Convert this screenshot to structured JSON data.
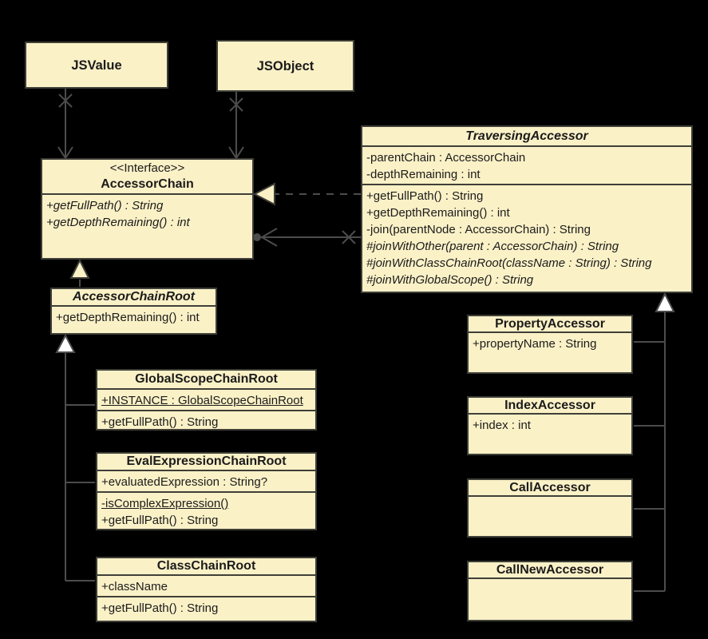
{
  "colors": {
    "bg": "#000000",
    "box_fill": "#FBF1C7",
    "box_border": "#3F3F38",
    "line": "#4C4C4C",
    "text": "#1B1B1B",
    "tri_solid": "#FFFFFF"
  },
  "classes": {
    "jsvalue": {
      "title": "JSValue"
    },
    "jsobject": {
      "title": "JSObject"
    },
    "accessorchain": {
      "stereotype": "<<Interface>>",
      "title": "AccessorChain",
      "methods": [
        "+getFullPath() : String",
        "+getDepthRemaining() : int"
      ]
    },
    "traversingaccessor": {
      "title": "TraversingAccessor",
      "attributes": [
        "-parentChain : AccessorChain",
        "-depthRemaining : int"
      ],
      "methods": [
        "+getFullPath() : String",
        "+getDepthRemaining() : int",
        "-join(parentNode : AccessorChain) : String",
        "#joinWithOther(parent : AccessorChain) : String",
        "#joinWithClassChainRoot(className : String) : String",
        "#joinWithGlobalScope() : String"
      ]
    },
    "accessorchainroot": {
      "title": "AccessorChainRoot",
      "methods": [
        "+getDepthRemaining() : int"
      ]
    },
    "globalscopechainroot": {
      "title": "GlobalScopeChainRoot",
      "attributes": [
        "+INSTANCE : GlobalScopeChainRoot"
      ],
      "methods": [
        "+getFullPath() : String"
      ]
    },
    "evalexpressionchainroot": {
      "title": "EvalExpressionChainRoot",
      "attributes": [
        "+evaluatedExpression : String?"
      ],
      "methods": [
        "-isComplexExpression()",
        "+getFullPath() : String"
      ]
    },
    "classchainroot": {
      "title": "ClassChainRoot",
      "attributes": [
        "+className"
      ],
      "methods": [
        "+getFullPath() : String"
      ]
    },
    "propertyaccessor": {
      "title": "PropertyAccessor",
      "attributes": [
        "+propertyName : String"
      ]
    },
    "indexaccessor": {
      "title": "IndexAccessor",
      "attributes": [
        "+index : int"
      ]
    },
    "callaccessor": {
      "title": "CallAccessor"
    },
    "callnewaccessor": {
      "title": "CallNewAccessor"
    }
  }
}
